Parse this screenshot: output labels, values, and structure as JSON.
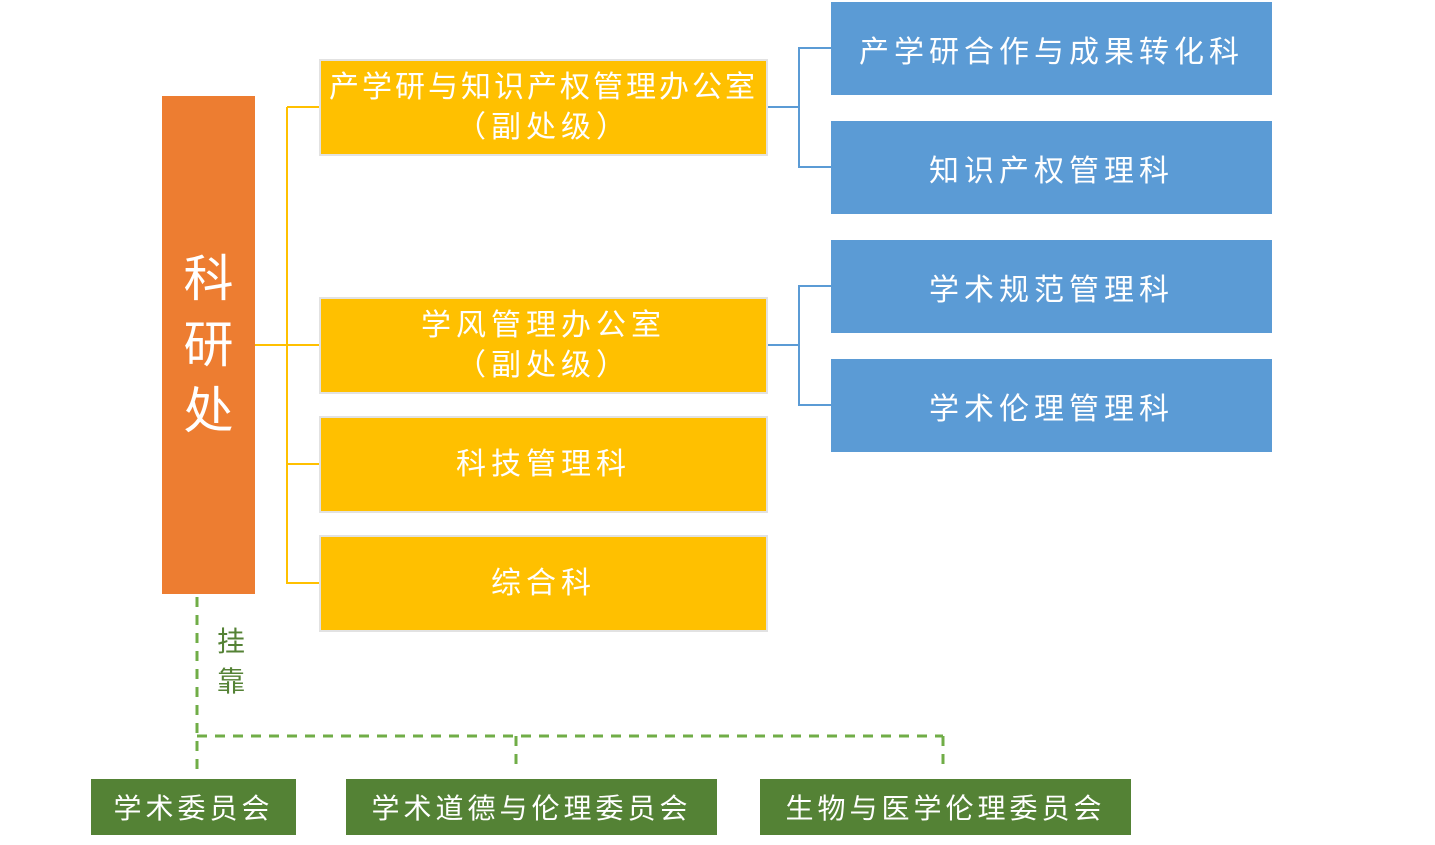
{
  "root": {
    "label_chars": [
      "科",
      "研",
      "处"
    ],
    "color": "#ED7D31"
  },
  "offices": [
    {
      "line1": "产学研与知识产权管理办公室",
      "line2": "（副处级）"
    },
    {
      "line1": "学风管理办公室",
      "line2": "（副处级）"
    },
    {
      "line1": "科技管理科",
      "line2": ""
    },
    {
      "line1": "综合科",
      "line2": ""
    }
  ],
  "office_color": "#FFC000",
  "sections": [
    {
      "label": "产学研合作与成果转化科",
      "parent": 0
    },
    {
      "label": "知识产权管理科",
      "parent": 0
    },
    {
      "label": "学术规范管理科",
      "parent": 1
    },
    {
      "label": "学术伦理管理科",
      "parent": 1
    }
  ],
  "section_color": "#5B9BD5",
  "affiliation": {
    "label_chars": [
      "挂",
      "靠"
    ],
    "color": "#548235",
    "line_color": "#70AD47"
  },
  "committees": [
    {
      "label": "学术委员会"
    },
    {
      "label": "学术道德与伦理委员会"
    },
    {
      "label": "生物与医学伦理委员会"
    }
  ]
}
